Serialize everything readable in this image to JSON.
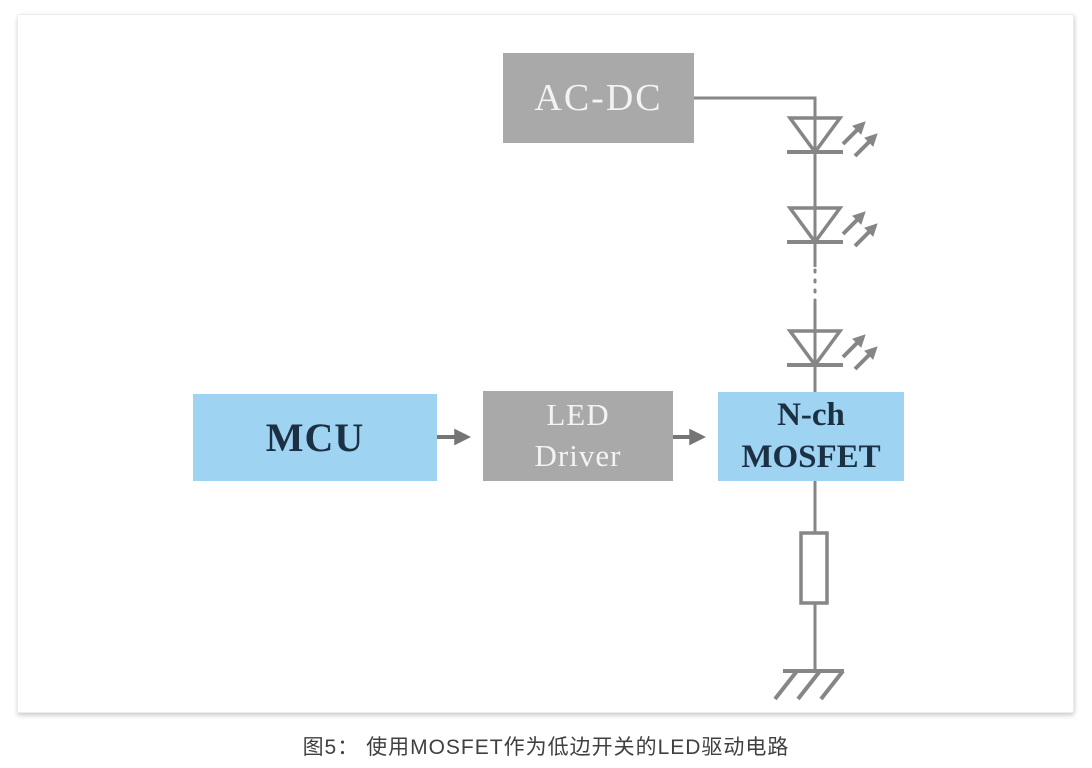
{
  "figure": {
    "caption": "图5： 使用MOSFET作为低边开关的LED驱动电路"
  },
  "blocks": {
    "acdc": {
      "label": "AC-DC"
    },
    "mcu": {
      "label": "MCU"
    },
    "driver": {
      "line1": "LED",
      "line2": "Driver"
    },
    "mosfet": {
      "line1": "N-ch",
      "line2": "MOSFET"
    }
  },
  "icons": {
    "led": "led-icon",
    "led_count_shown": 3,
    "resistor": "resistor-icon",
    "ground": "ground-icon",
    "flow_arrow": "arrow-right-icon"
  },
  "colors": {
    "block_gray": "#a9a9a9",
    "block_blue": "#9ed3f2",
    "gray_block_text": "#f3f3f3",
    "blue_block_text": "#1c3044",
    "wire": "#868686",
    "arrow": "#757575",
    "caption_text": "#404040",
    "card_background": "#ffffff",
    "card_border": "#ececec"
  }
}
